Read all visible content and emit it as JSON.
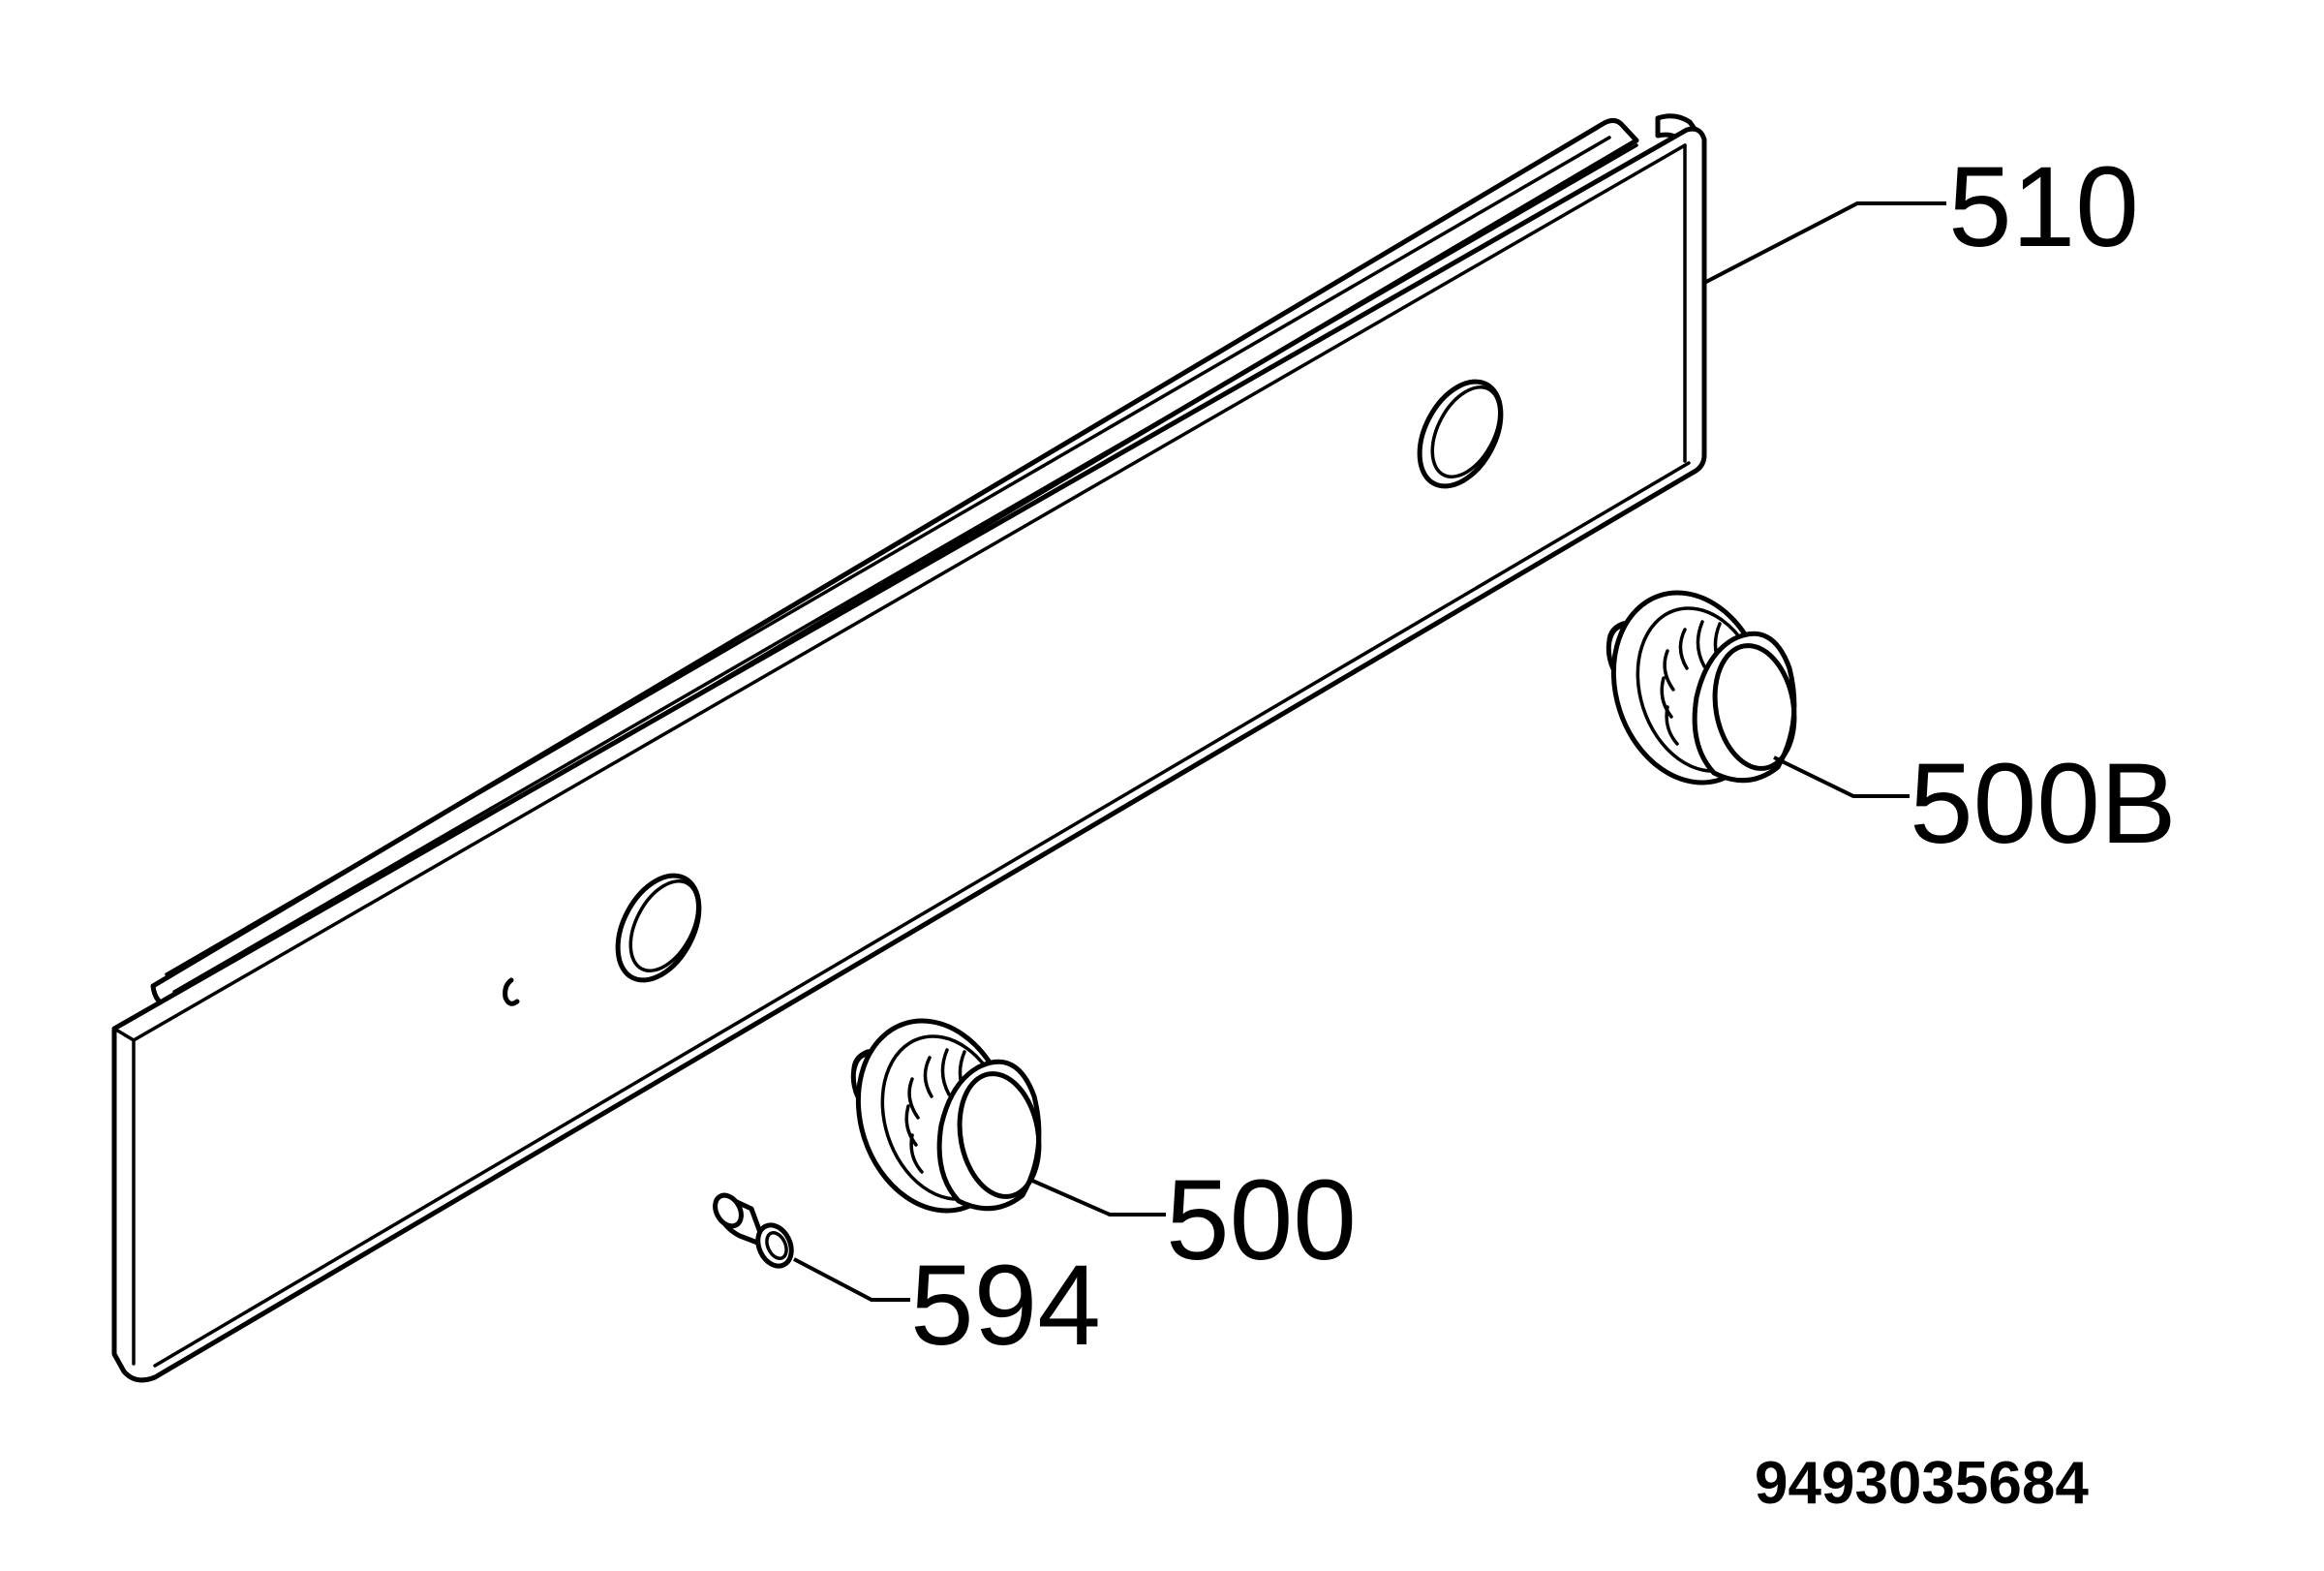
{
  "diagram": {
    "drawing_number": "9493035684",
    "callouts": [
      {
        "id": "control-panel",
        "label": "510"
      },
      {
        "id": "knob-right",
        "label": "500B"
      },
      {
        "id": "knob-left",
        "label": "500"
      },
      {
        "id": "pin",
        "label": "594"
      }
    ]
  }
}
